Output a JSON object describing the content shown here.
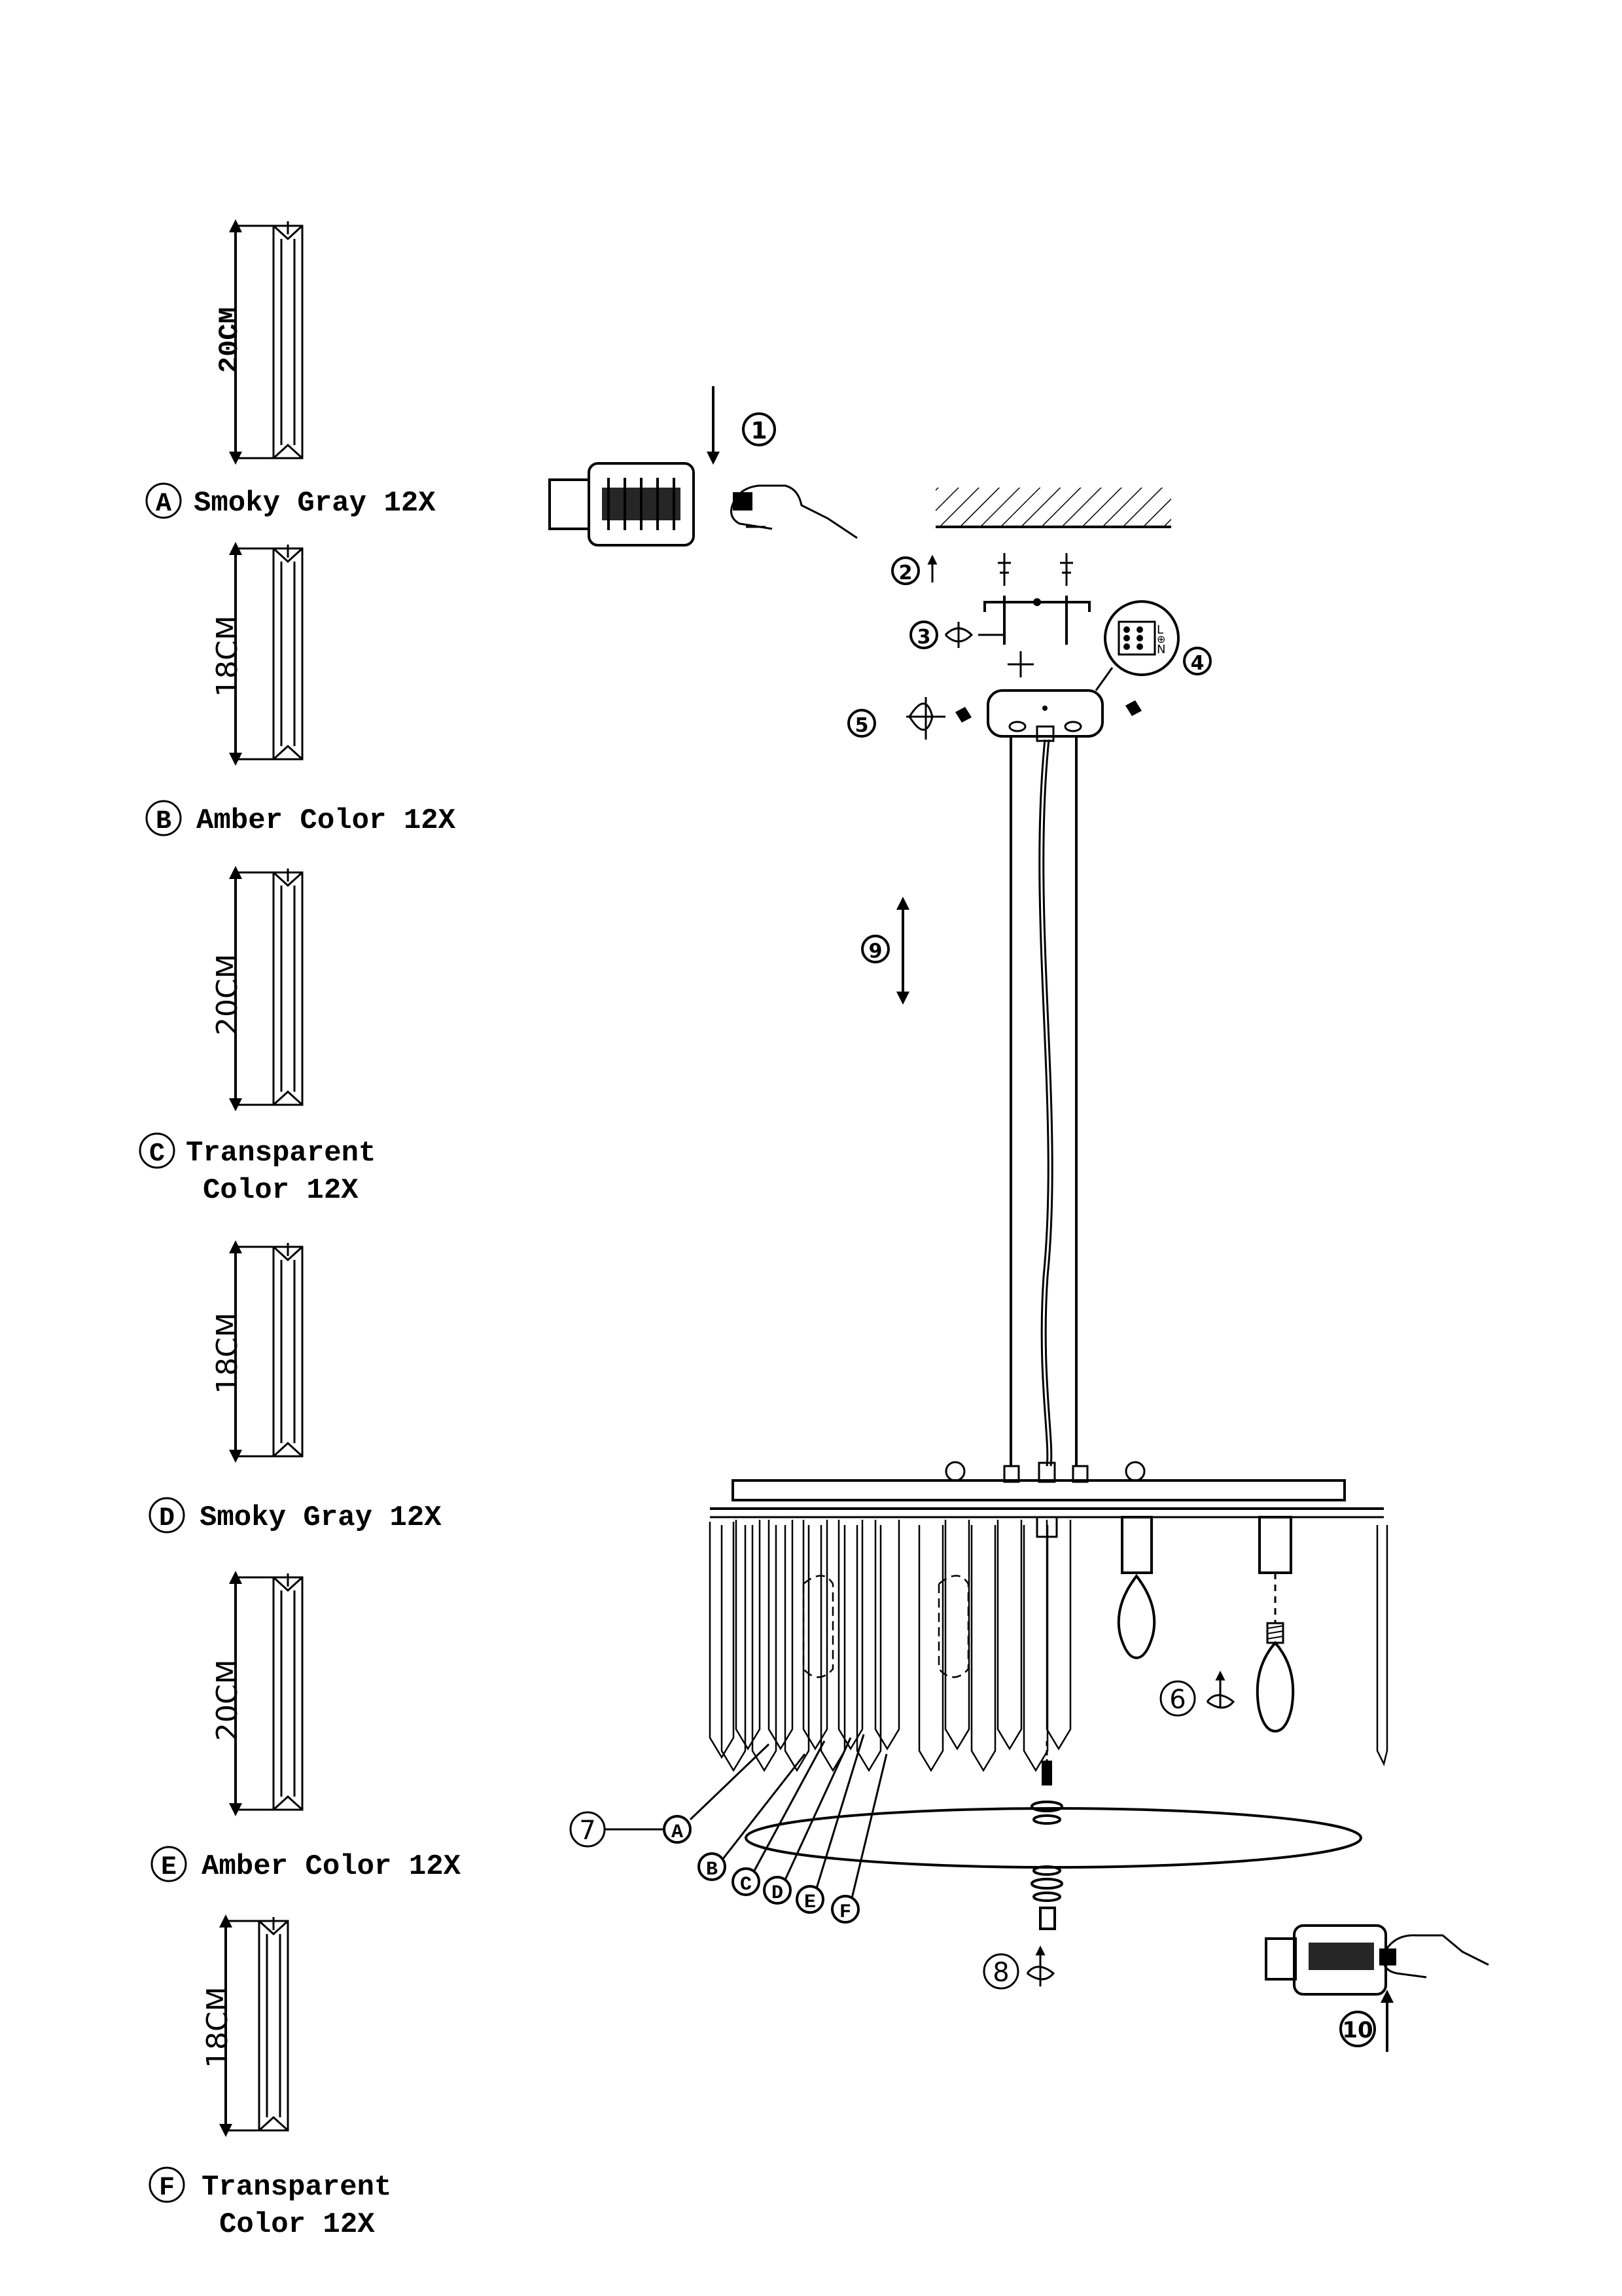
{
  "crystals": [
    {
      "letter": "A",
      "length": "20CM",
      "line1": "Smoky Gray 12X",
      "line2": ""
    },
    {
      "letter": "B",
      "length": "18CM",
      "line1": "Amber Color 12X",
      "line2": ""
    },
    {
      "letter": "C",
      "length": "20CM",
      "line1": "Transparent",
      "line2": "Color 12X"
    },
    {
      "letter": "D",
      "length": "18CM",
      "line1": "Smoky Gray 12X",
      "line2": ""
    },
    {
      "letter": "E",
      "length": "20CM",
      "line1": "Amber Color 12X",
      "line2": ""
    },
    {
      "letter": "F",
      "length": "18CM",
      "line1": "Transparent",
      "line2": "Color 12X"
    }
  ],
  "steps": [
    "1",
    "2",
    "3",
    "4",
    "5",
    "6",
    "7",
    "8",
    "9",
    "10"
  ],
  "wiring_terminals": [
    "L",
    "⊕",
    "N"
  ],
  "assembly_callouts": [
    "A",
    "B",
    "C",
    "D",
    "E",
    "F"
  ]
}
